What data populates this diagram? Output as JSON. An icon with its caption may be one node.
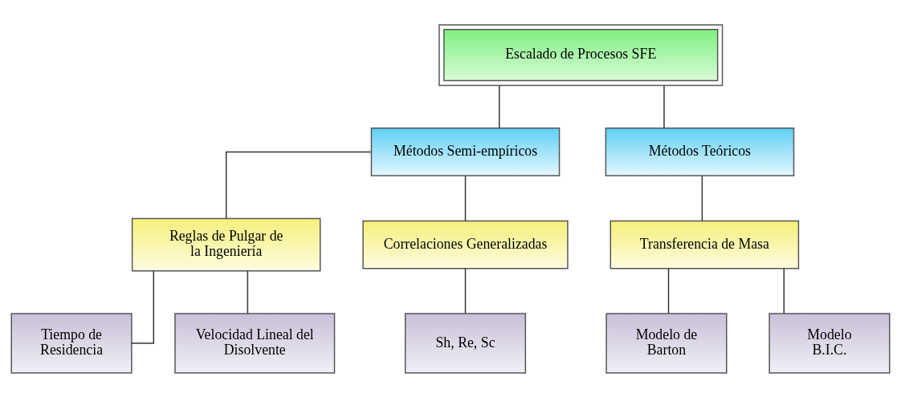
{
  "diagram": {
    "nodes": [
      {
        "text": [
          "Escalado de Procesos SFE"
        ]
      },
      {
        "text": [
          "Métodos Semi-empíricos"
        ]
      },
      {
        "text": [
          "Métodos Teóricos"
        ]
      },
      {
        "text": [
          "Reglas de Pulgar de la Ingeniería"
        ]
      },
      {
        "text": [
          "Correlaciones Generalizadas"
        ]
      },
      {
        "text": [
          "Transferencia de Masa"
        ]
      },
      {
        "text": [
          "Tiempo de Residencia"
        ]
      },
      {
        "text": [
          "Velocidad Lineal del Disolvente"
        ]
      },
      {
        "text": [
          "Sh, Re, Sc"
        ]
      },
      {
        "text": [
          "Modelo de Barton"
        ]
      },
      {
        "text": [
          "Modelo B.I.C."
        ]
      }
    ],
    "edges": [
      {
        "from": 0,
        "to": 1,
        "arrow": "none"
      },
      {
        "from": 0,
        "to": 2,
        "arrow": "none"
      },
      {
        "from": 1,
        "to": 3,
        "arrow": "none"
      },
      {
        "from": 1,
        "to": 4,
        "arrow": "none"
      },
      {
        "from": 2,
        "to": 5,
        "arrow": "none"
      },
      {
        "from": 3,
        "to": 6,
        "arrow": "none"
      },
      {
        "from": 3,
        "to": 7,
        "arrow": "none"
      },
      {
        "from": 4,
        "to": 8,
        "arrow": "none"
      },
      {
        "from": 5,
        "to": 9,
        "arrow": "none"
      },
      {
        "from": 5,
        "to": 10,
        "arrow": "none"
      }
    ]
  }
}
